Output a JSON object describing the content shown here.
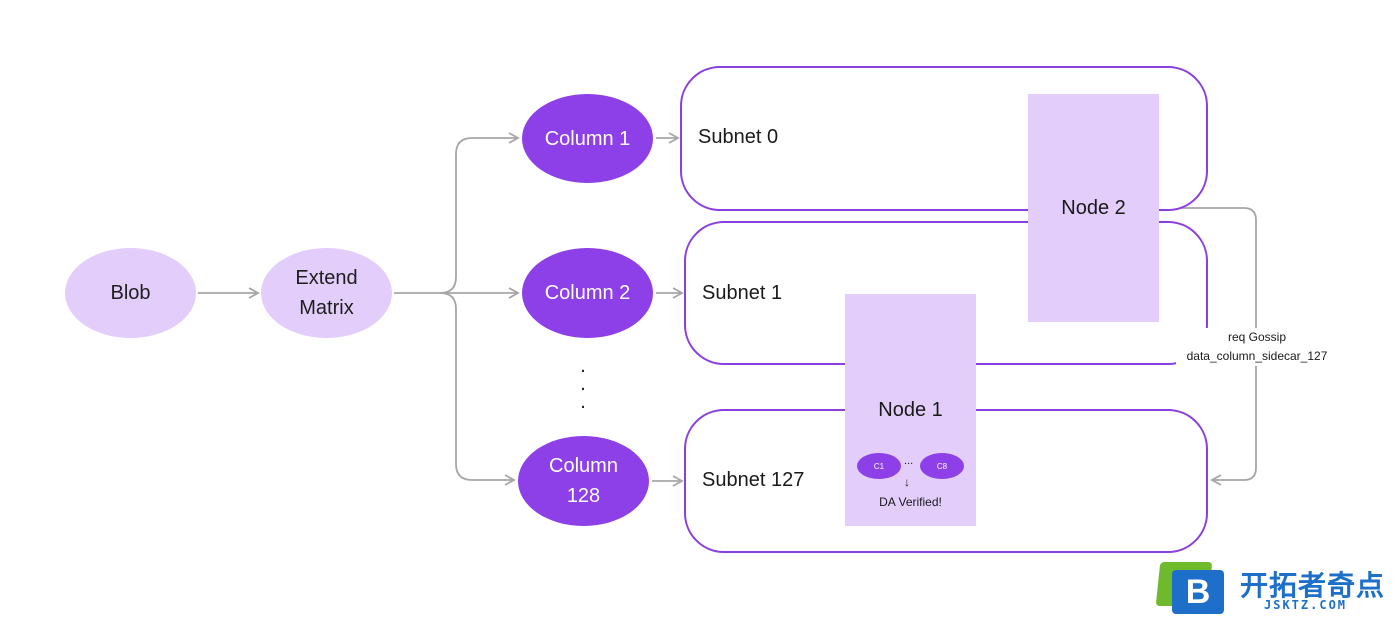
{
  "blob": {
    "label": "Blob"
  },
  "extend": {
    "line1": "Extend",
    "line2": "Matrix"
  },
  "columns": [
    {
      "line1": "Column 1",
      "line2": ""
    },
    {
      "line1": "Column 2",
      "line2": ""
    },
    {
      "line1": "Column",
      "line2": "128"
    }
  ],
  "ellipsis_dots": ".",
  "subnets": [
    "Subnet 0",
    "Subnet 1",
    "Subnet 127"
  ],
  "node1": {
    "label": "Node 1",
    "chip_first": "C1",
    "chip_ellipsis": "...",
    "chip_last": "C8",
    "arrow": "↓",
    "status": "DA Verified!"
  },
  "node2": {
    "label": "Node 2"
  },
  "gossip": {
    "line1": "req Gossip",
    "line2": "data_column_sidecar_127"
  },
  "logo": {
    "letter": "B",
    "name": "开拓者奇点",
    "url": "JSKTZ.COM"
  },
  "colors": {
    "light_purple": "#e2cdfb",
    "dark_purple": "#8d3fe8",
    "subnet_border": "#8a3fe0",
    "connector": "#a6a6a6",
    "logo_blue": "#1d6fc9",
    "logo_green": "#6fba2c"
  }
}
